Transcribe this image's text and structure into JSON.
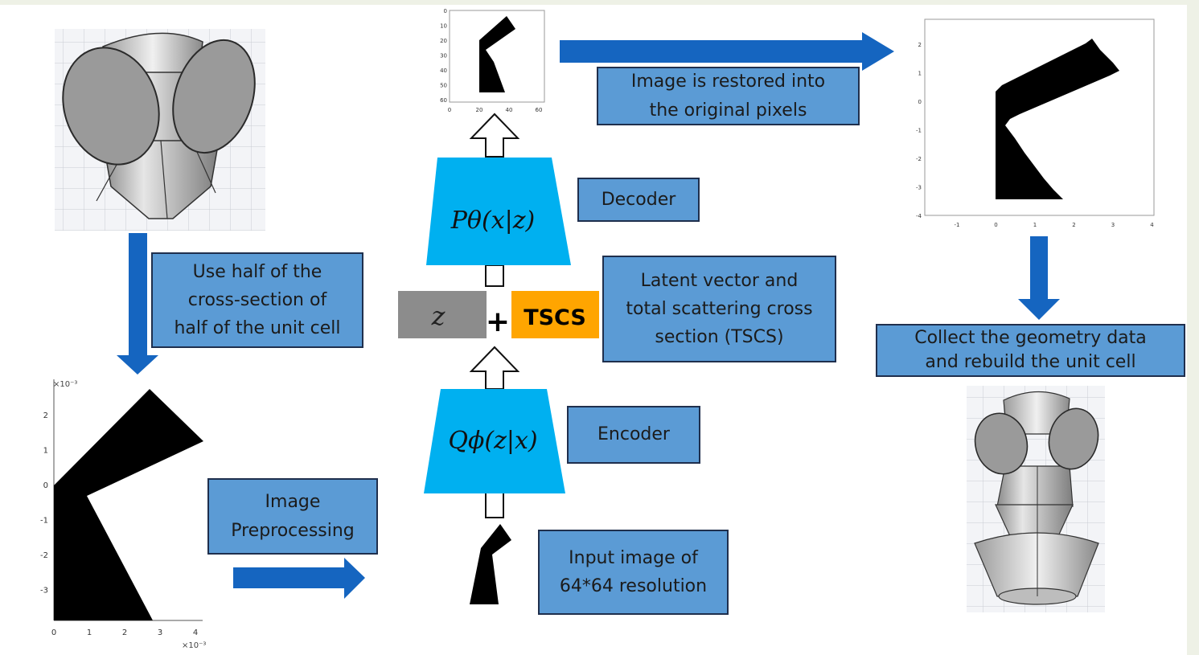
{
  "colors": {
    "label_box": "#5b9bd5",
    "box_border": "#1f2f4d",
    "arrow_blue": "#1565c0",
    "network_trapezoid": "#00b0f0",
    "z_box": "#8c8c8c",
    "tscs_box": "#ffa500",
    "frame": "#eef1e6"
  },
  "labels": {
    "restore": "Image is restored into\nthe original pixels",
    "decoder": "Decoder",
    "latent": "Latent vector and\ntotal scattering cross\nsection (TSCS)",
    "encoder": "Encoder",
    "input": "Input image of\n64*64 resolution",
    "half": "Use half of the\ncross-section of\nhalf of the unit cell",
    "preprocess": "Image\nPreprocessing",
    "collect": "Collect the geometry data\nand rebuild the unit cell"
  },
  "network": {
    "decoder_formula": "Pθ(x|z)",
    "encoder_formula": "Qϕ(z|x)",
    "z_symbol": "z",
    "plus": "+",
    "tscs": "TSCS"
  },
  "plot_small": {
    "x_ticks": [
      "0",
      "20",
      "40",
      "60"
    ],
    "y_ticks": [
      "0",
      "10",
      "20",
      "30",
      "40",
      "50",
      "60"
    ]
  },
  "plot_pixels": {
    "x_ticks": [
      "-1",
      "0",
      "1",
      "2",
      "3",
      "4"
    ],
    "y_ticks": [
      "2",
      "1",
      "0",
      "-1",
      "-2",
      "-3",
      "-4"
    ]
  },
  "plot_section": {
    "exponent": "×10⁻³",
    "x_ticks": [
      "0",
      "1",
      "2",
      "3",
      "4"
    ],
    "y_ticks": [
      "2",
      "1",
      "0",
      "-1",
      "-2",
      "-3"
    ]
  }
}
